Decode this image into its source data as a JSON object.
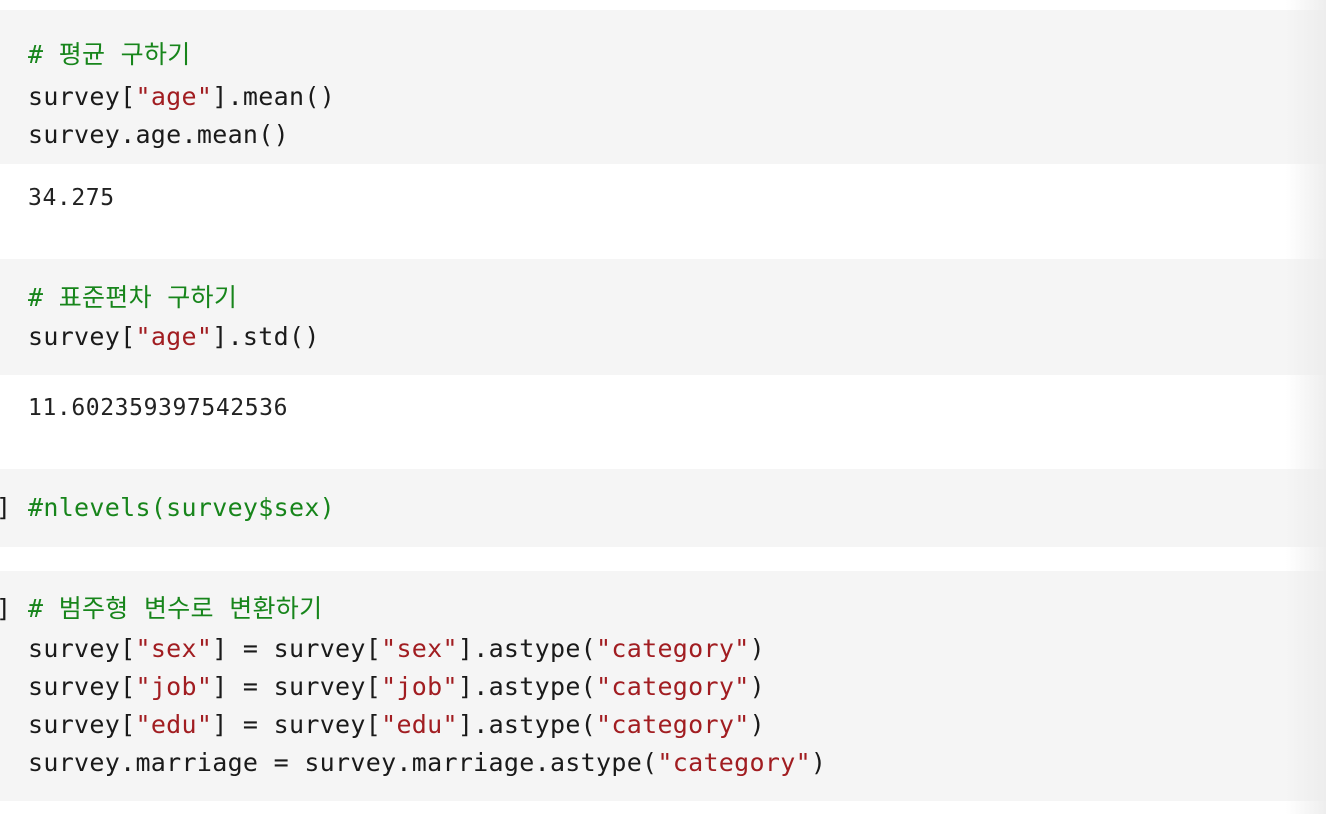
{
  "cells": [
    {
      "comment": "# 평균 구하기",
      "code_lines": [
        [
          "survey[",
          "\"age\"",
          "].mean()"
        ],
        [
          "survey.age.mean()"
        ]
      ],
      "output": "34.275"
    },
    {
      "comment": "# 표준편차 구하기",
      "code_lines": [
        [
          "survey[",
          "\"age\"",
          "].std()"
        ]
      ],
      "output": "11.602359397542536"
    },
    {
      "prompt": "]",
      "comment": "#nlevels(survey$sex)"
    },
    {
      "prompt": "]",
      "comment": "# 범주형 변수로 변환하기",
      "code_lines": [
        [
          "survey[",
          "\"sex\"",
          "] = survey[",
          "\"sex\"",
          "].astype(",
          "\"category\"",
          ")"
        ],
        [
          "survey[",
          "\"job\"",
          "] = survey[",
          "\"job\"",
          "].astype(",
          "\"category\"",
          ")"
        ],
        [
          "survey[",
          "\"edu\"",
          "] = survey[",
          "\"edu\"",
          "].astype(",
          "\"category\"",
          ")"
        ],
        [
          "survey.marriage = survey.marriage.astype(",
          "\"category\"",
          ")"
        ]
      ]
    }
  ],
  "colors": {
    "cell_background": "#f5f5f5",
    "comment": "#17851b",
    "string": "#a11d21",
    "code_text": "#1a1a1a"
  }
}
